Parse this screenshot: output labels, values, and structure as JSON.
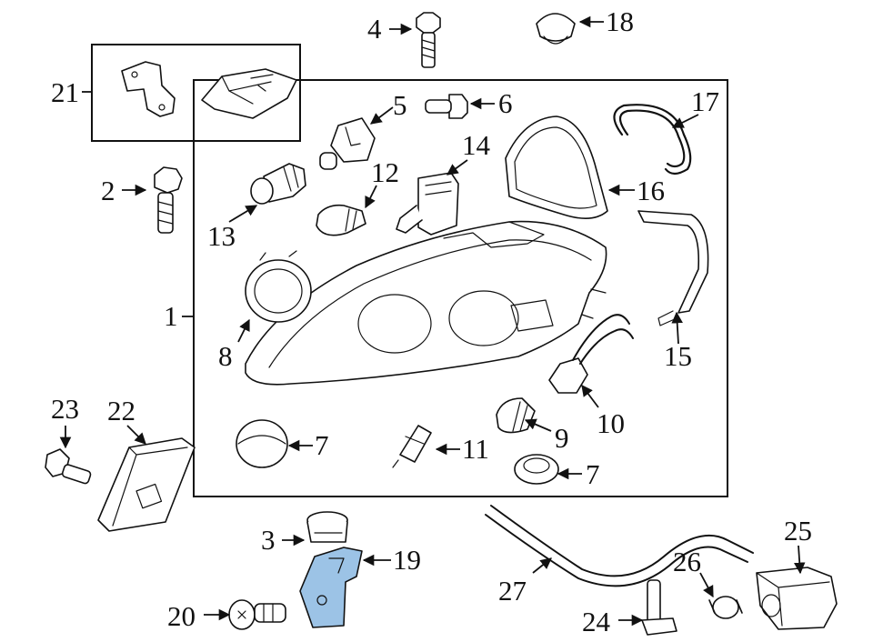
{
  "diagram": {
    "highlight_color": "#9cc3e6",
    "callouts": {
      "c1": "1",
      "c2": "2",
      "c3": "3",
      "c4": "4",
      "c5": "5",
      "c6": "6",
      "c7a": "7",
      "c7b": "7",
      "c8": "8",
      "c9": "9",
      "c10": "10",
      "c11": "11",
      "c12": "12",
      "c13": "13",
      "c14": "14",
      "c15": "15",
      "c16": "16",
      "c17": "17",
      "c18": "18",
      "c19": "19",
      "c20": "20",
      "c21": "21",
      "c22": "22",
      "c23": "23",
      "c24": "24",
      "c25": "25",
      "c26": "26",
      "c27": "27"
    }
  }
}
